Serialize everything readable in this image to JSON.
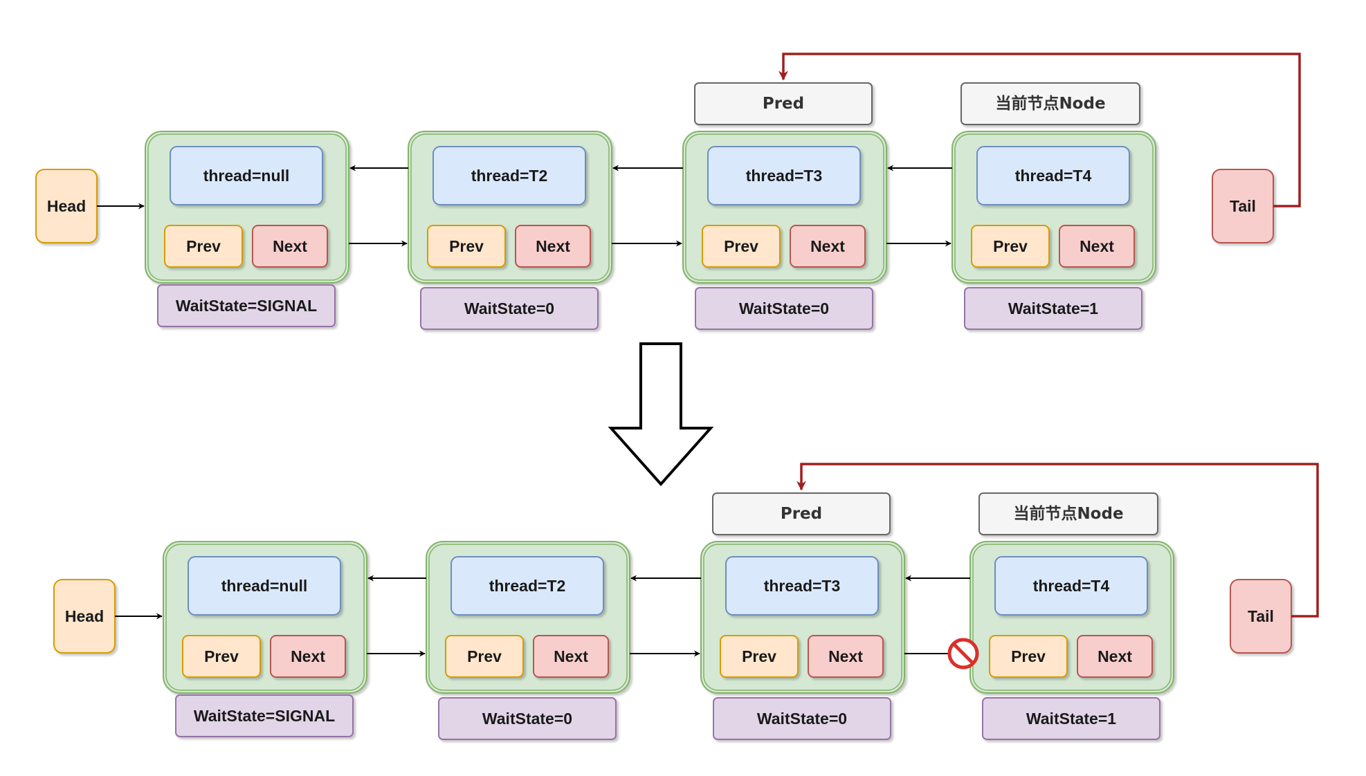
{
  "colors": {
    "node_fill": "#d5e8d4",
    "node_stroke": "#82b366",
    "thread_fill": "#dae8fc",
    "thread_stroke": "#6c8ebf",
    "prev_fill": "#ffe6cc",
    "prev_stroke": "#d79b00",
    "next_fill": "#f8cecc",
    "next_stroke": "#b85450",
    "waitstate_fill": "#e1d5e7",
    "waitstate_stroke": "#9673a6",
    "label_fill": "#f5f5f5",
    "label_stroke": "#666666",
    "tail_link": "#a11e1e",
    "blocked": "#d9302c"
  },
  "top": {
    "head": "Head",
    "tail": "Tail",
    "pred_label": "Pred",
    "current_label": "当前节点Node",
    "nodes": [
      {
        "thread": "thread=null",
        "prev": "Prev",
        "next": "Next",
        "waitstate": "WaitState=SIGNAL"
      },
      {
        "thread": "thread=T2",
        "prev": "Prev",
        "next": "Next",
        "waitstate": "WaitState=0"
      },
      {
        "thread": "thread=T3",
        "prev": "Prev",
        "next": "Next",
        "waitstate": "WaitState=0"
      },
      {
        "thread": "thread=T4",
        "prev": "Prev",
        "next": "Next",
        "waitstate": "WaitState=1"
      }
    ]
  },
  "bottom": {
    "head": "Head",
    "tail": "Tail",
    "pred_label": "Pred",
    "current_label": "当前节点Node",
    "nodes": [
      {
        "thread": "thread=null",
        "prev": "Prev",
        "next": "Next",
        "waitstate": "WaitState=SIGNAL"
      },
      {
        "thread": "thread=T2",
        "prev": "Prev",
        "next": "Next",
        "waitstate": "WaitState=0"
      },
      {
        "thread": "thread=T3",
        "prev": "Prev",
        "next": "Next",
        "waitstate": "WaitState=0"
      },
      {
        "thread": "thread=T4",
        "prev": "Prev",
        "next": "Next",
        "waitstate": "WaitState=1"
      }
    ]
  }
}
